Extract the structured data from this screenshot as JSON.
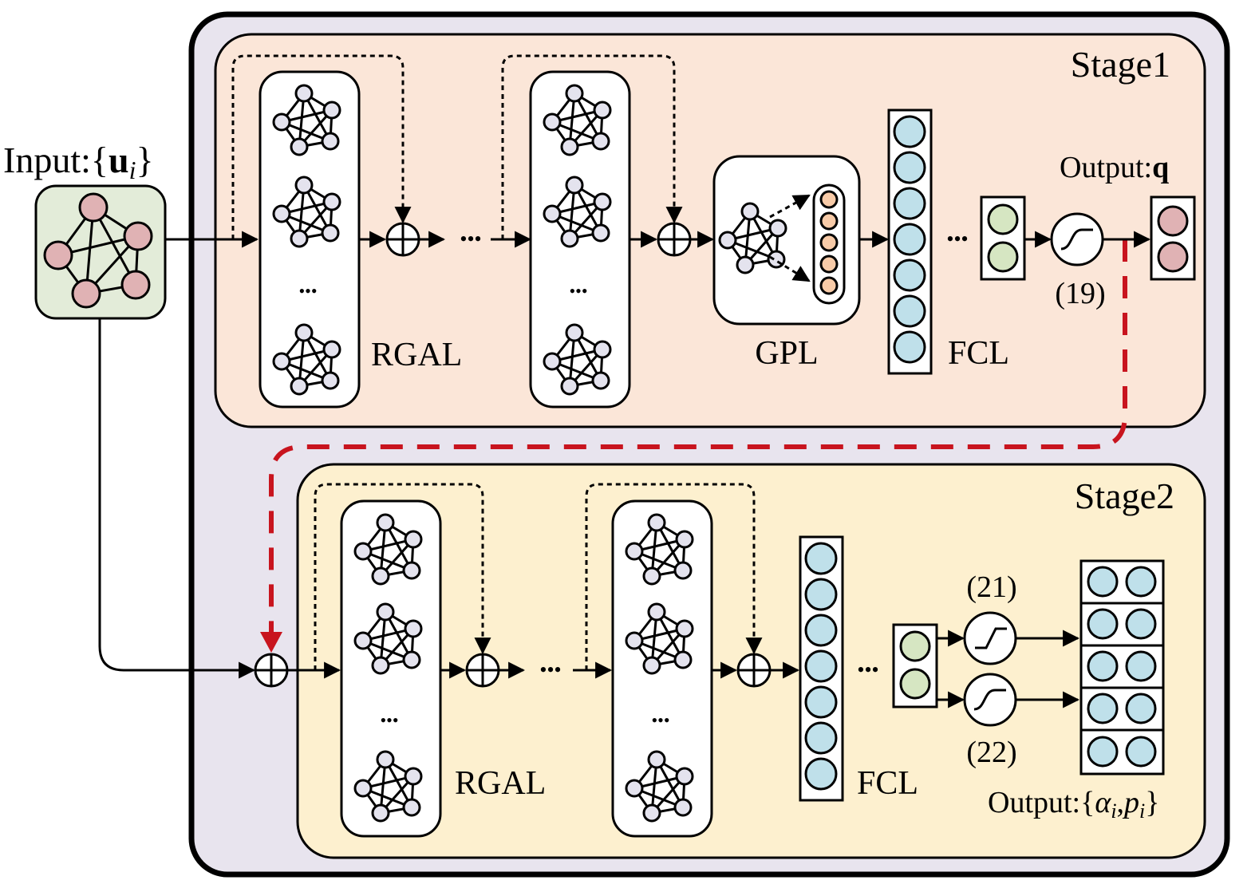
{
  "input": {
    "prefix": "Input:{",
    "vec": "u",
    "sub": "i",
    "suffix": "}"
  },
  "stage1": {
    "title": "Stage1",
    "rgal_label": "RGAL",
    "gpl_label": "GPL",
    "fcl_label": "FCL",
    "output_prefix": "Output:",
    "output_symbol": "q",
    "eq": "(19)",
    "ellipsis": "•••"
  },
  "stage2": {
    "title": "Stage2",
    "rgal_label": "RGAL",
    "fcl_label": "FCL",
    "eq_top": "(21)",
    "eq_bottom": "(22)",
    "output_prefix": "Output:{",
    "alpha": "α",
    "p": "p",
    "sub": "i",
    "comma": ",",
    "suffix": "}",
    "ellipsis": "•••"
  },
  "colors": {
    "outer_bg": "#e8e4ee",
    "stage1_bg": "#fbe6d8",
    "stage2_bg": "#fdf0cf",
    "input_bg": "#e3ecd9",
    "node_pink": "#e0b2b4",
    "node_grey": "#e4e3ee",
    "circle_blue": "#bfe0ea",
    "circle_green": "#d6e6c2",
    "circle_orange": "#f8cba8",
    "red_dash": "#c8141e"
  },
  "icons": [
    "graph-icon",
    "sigmoid-icon",
    "ramp-icon",
    "sum-icon"
  ]
}
